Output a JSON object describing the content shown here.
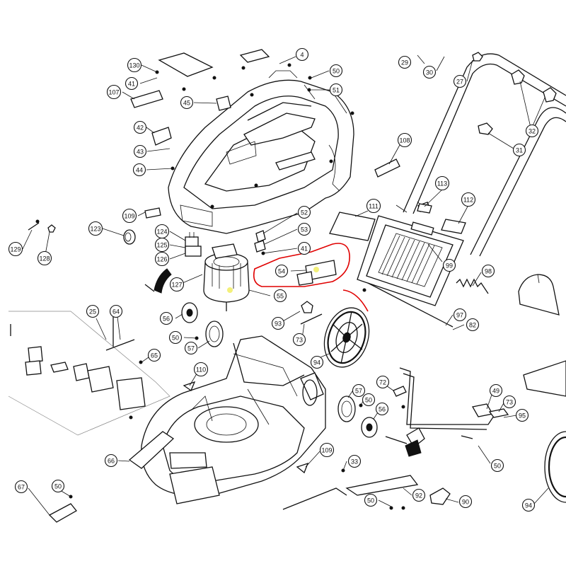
{
  "diagram": {
    "colors": {
      "line": "#111111",
      "highlight": "#e00000",
      "marker": "#f3f07a",
      "background": "#ffffff"
    },
    "callouts": [
      {
        "id": "c130",
        "label": "130"
      },
      {
        "id": "c41a",
        "label": "41"
      },
      {
        "id": "c107",
        "label": "107"
      },
      {
        "id": "c45",
        "label": "45"
      },
      {
        "id": "c4",
        "label": "4"
      },
      {
        "id": "c50a",
        "label": "50"
      },
      {
        "id": "c51",
        "label": "51"
      },
      {
        "id": "c29",
        "label": "29"
      },
      {
        "id": "c30",
        "label": "30"
      },
      {
        "id": "c27",
        "label": "27"
      },
      {
        "id": "c32",
        "label": "32"
      },
      {
        "id": "c31",
        "label": "31"
      },
      {
        "id": "c42",
        "label": "42"
      },
      {
        "id": "c43",
        "label": "43"
      },
      {
        "id": "c44",
        "label": "44"
      },
      {
        "id": "c108",
        "label": "108"
      },
      {
        "id": "c109a",
        "label": "109"
      },
      {
        "id": "c113",
        "label": "113"
      },
      {
        "id": "c112",
        "label": "112"
      },
      {
        "id": "c111",
        "label": "111"
      },
      {
        "id": "c123",
        "label": "123"
      },
      {
        "id": "c124",
        "label": "124"
      },
      {
        "id": "c125",
        "label": "125"
      },
      {
        "id": "c126",
        "label": "126"
      },
      {
        "id": "c129",
        "label": "129"
      },
      {
        "id": "c128",
        "label": "128"
      },
      {
        "id": "c52",
        "label": "52"
      },
      {
        "id": "c53",
        "label": "53"
      },
      {
        "id": "c41b",
        "label": "41"
      },
      {
        "id": "c54",
        "label": "54"
      },
      {
        "id": "c55",
        "label": "55"
      },
      {
        "id": "c127",
        "label": "127"
      },
      {
        "id": "c99",
        "label": "99"
      },
      {
        "id": "c98",
        "label": "98"
      },
      {
        "id": "c97",
        "label": "97"
      },
      {
        "id": "c82",
        "label": "82"
      },
      {
        "id": "c56a",
        "label": "56"
      },
      {
        "id": "c93",
        "label": "93"
      },
      {
        "id": "c73a",
        "label": "73"
      },
      {
        "id": "c25",
        "label": "25"
      },
      {
        "id": "c64",
        "label": "64"
      },
      {
        "id": "c50b",
        "label": "50"
      },
      {
        "id": "c57a",
        "label": "57"
      },
      {
        "id": "c65",
        "label": "65"
      },
      {
        "id": "c94a",
        "label": "94"
      },
      {
        "id": "c110",
        "label": "110"
      },
      {
        "id": "c72",
        "label": "72"
      },
      {
        "id": "c57b",
        "label": "57"
      },
      {
        "id": "c50c",
        "label": "50"
      },
      {
        "id": "c56b",
        "label": "56"
      },
      {
        "id": "c49",
        "label": "49"
      },
      {
        "id": "c73b",
        "label": "73"
      },
      {
        "id": "c95",
        "label": "95"
      },
      {
        "id": "c66",
        "label": "66"
      },
      {
        "id": "c109b",
        "label": "109"
      },
      {
        "id": "c50d",
        "label": "50"
      },
      {
        "id": "c33",
        "label": "33"
      },
      {
        "id": "c67",
        "label": "67"
      },
      {
        "id": "c50e",
        "label": "50"
      },
      {
        "id": "c92",
        "label": "92"
      },
      {
        "id": "c90",
        "label": "90"
      },
      {
        "id": "c50f",
        "label": "50"
      },
      {
        "id": "c94b",
        "label": "94"
      }
    ]
  }
}
